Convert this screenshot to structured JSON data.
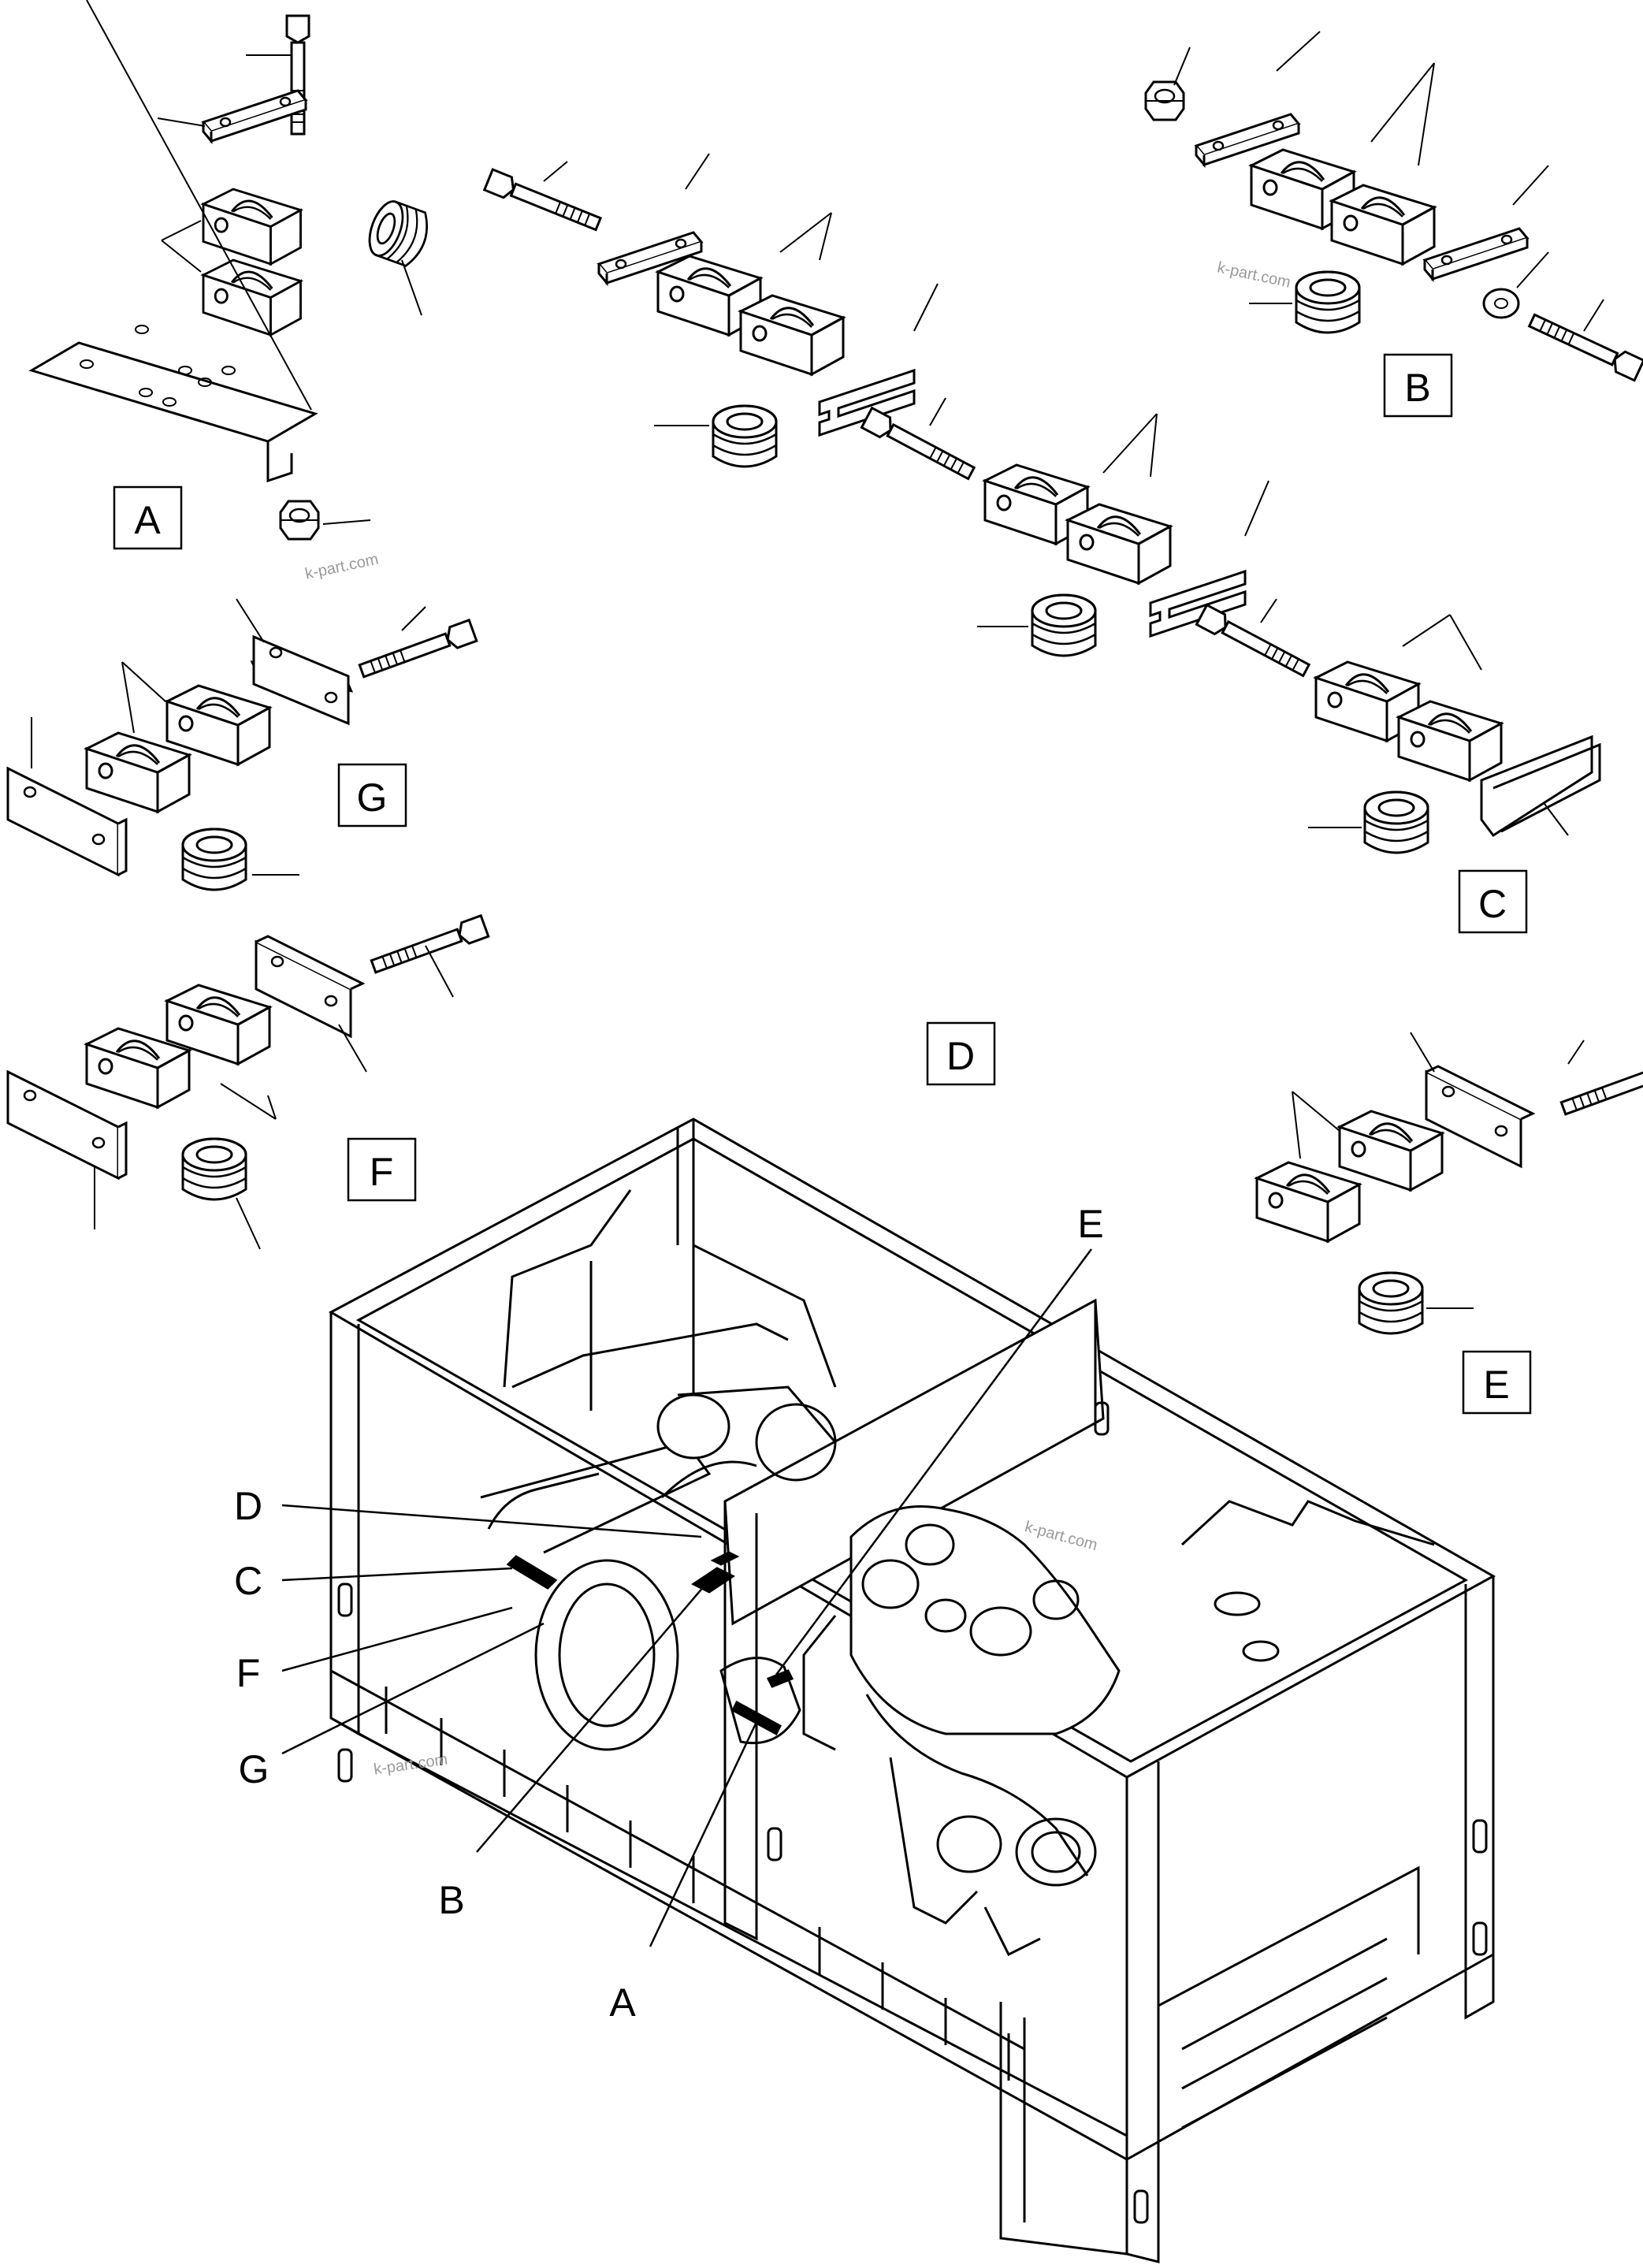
{
  "detail_boxes": [
    {
      "id": "A",
      "label": "A"
    },
    {
      "id": "B",
      "label": "B"
    },
    {
      "id": "C",
      "label": "C"
    },
    {
      "id": "D",
      "label": "D"
    },
    {
      "id": "E",
      "label": "E"
    },
    {
      "id": "F",
      "label": "F"
    },
    {
      "id": "G",
      "label": "G"
    }
  ],
  "callouts": [
    {
      "id": "D",
      "label": "D"
    },
    {
      "id": "C",
      "label": "C"
    },
    {
      "id": "F",
      "label": "F"
    },
    {
      "id": "G",
      "label": "G"
    },
    {
      "id": "B",
      "label": "B"
    },
    {
      "id": "A",
      "label": "A"
    },
    {
      "id": "E",
      "label": "E"
    }
  ],
  "watermarks": [
    "k-part.com",
    "k-part.com",
    "k-part.com",
    "k-part.com"
  ],
  "colors": {
    "line": "#000000",
    "background": "#ffffff",
    "watermark": "#9a9a9a"
  }
}
